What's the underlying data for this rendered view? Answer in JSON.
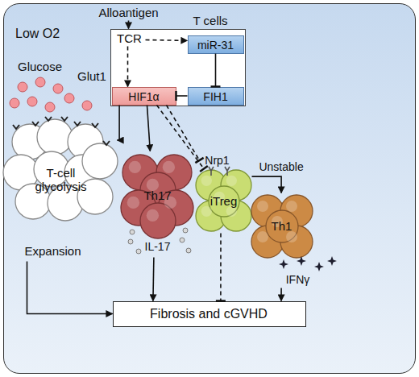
{
  "diagram": {
    "nodes": [
      {
        "text": [
          "Low O2"
        ]
      },
      {
        "text": [
          "Alloantigen"
        ],
        "in": 0
      },
      {
        "text": [
          "T cells"
        ],
        "in": 0
      },
      {
        "text": [
          "TCR"
        ],
        "in": 2
      },
      {
        "text": [
          "miR-31"
        ],
        "in": 2
      },
      {
        "text": [
          "HIF1α"
        ],
        "in": 2
      },
      {
        "text": [
          "FIH1"
        ],
        "in": 2
      },
      {
        "text": [
          "T-cell glycolysis",
          "Expansion"
        ],
        "in": 0
      },
      {
        "text": [
          "Th17",
          "IL-17"
        ],
        "in": 0
      },
      {
        "text": [
          "Nrp1"
        ],
        "in": 0
      },
      {
        "text": [
          "iTreg"
        ],
        "in": 0
      },
      {
        "text": [
          "Th1",
          "IFNγ"
        ],
        "in": 0
      },
      {
        "text": [
          "Fibrosis and cGVHD"
        ],
        "in": 0
      }
    ],
    "edges": [
      {
        "from": 1,
        "to": 2,
        "arrow": "to"
      },
      {
        "from": 3,
        "to": 4,
        "arrow": "to"
      },
      {
        "from": 3,
        "to": 5,
        "arrow": "to"
      },
      {
        "from": 4,
        "to": 6,
        "arrow": "to"
      },
      {
        "from": 6,
        "to": 5,
        "arrow": "to"
      },
      {
        "from": 5,
        "to": 7,
        "arrow": "to"
      },
      {
        "from": 5,
        "to": 8,
        "arrow": "to"
      },
      {
        "from": 5,
        "to": 9,
        "arrow": "to"
      },
      {
        "from": 5,
        "to": 10,
        "arrow": "to"
      },
      {
        "from": 10,
        "to": 11,
        "label": "Unstable",
        "arrow": "to"
      },
      {
        "from": 7,
        "to": 12,
        "arrow": "to"
      },
      {
        "from": 8,
        "to": 12,
        "arrow": "to"
      },
      {
        "from": 10,
        "to": 12,
        "arrow": "to"
      },
      {
        "from": 11,
        "to": 12,
        "arrow": "to"
      }
    ],
    "labels": [
      "Glucose",
      "Glut1"
    ]
  }
}
